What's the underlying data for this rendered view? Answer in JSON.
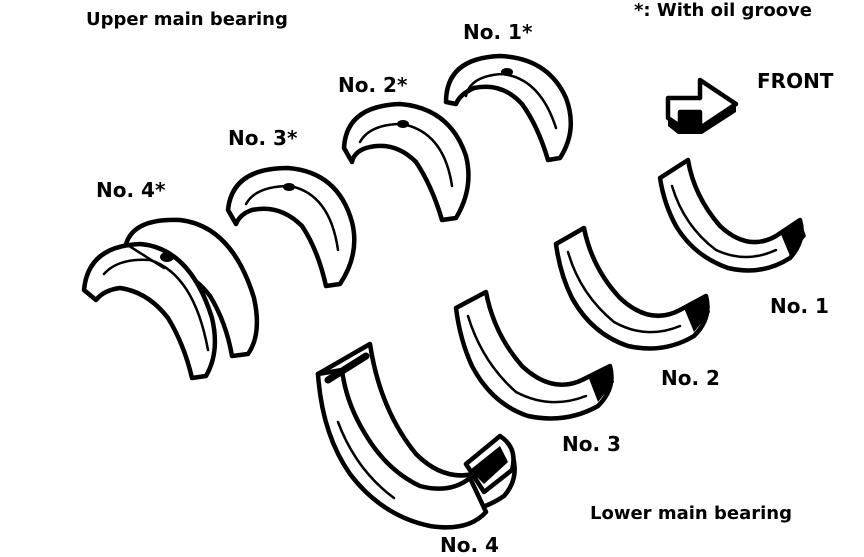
{
  "labels": {
    "upper_section": "Upper main bearing",
    "lower_section": "Lower main bearing",
    "legend": "*:  With oil groove",
    "front": "FRONT",
    "upper": {
      "no1": "No. 1*",
      "no2": "No. 2*",
      "no3": "No. 3*",
      "no4": "No. 4*"
    },
    "lower": {
      "no1": "No. 1",
      "no2": "No. 2",
      "no3": "No. 3",
      "no4": "No. 4"
    }
  },
  "colors": {
    "ink": "#000000",
    "paper": "#ffffff"
  },
  "icons": {
    "front_arrow": "front-arrow-icon"
  }
}
